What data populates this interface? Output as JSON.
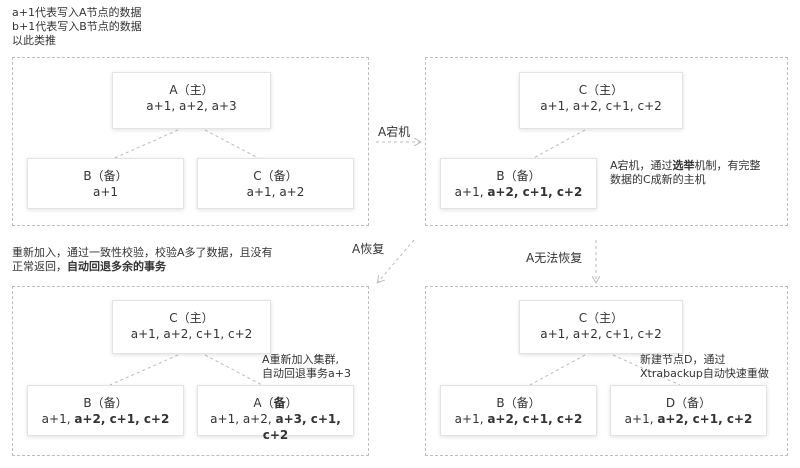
{
  "intro": {
    "lines": [
      "a+1代表写入A节点的数据",
      "b+1代表写入B节点的数据",
      "以此类推"
    ]
  },
  "panels": {
    "tl": {
      "primary": {
        "title": "A（主）",
        "values": [
          {
            "t": "a+1, a+2, a+3",
            "b": false
          }
        ]
      },
      "left": {
        "title": "B（备）",
        "values": [
          {
            "t": "a+1",
            "b": false
          }
        ]
      },
      "right": {
        "title": "C（备）",
        "values": [
          {
            "t": "a+1, a+2",
            "b": false
          }
        ]
      }
    },
    "tr": {
      "primary": {
        "title": "C（主）",
        "values": [
          {
            "t": "a+1, a+2, c+1, c+2",
            "b": false
          }
        ]
      },
      "left": {
        "title": "B（备）",
        "values": [
          {
            "t": "a+1, ",
            "b": false
          },
          {
            "t": "a+2, c+1, c+2",
            "b": true
          }
        ]
      },
      "annotation": [
        [
          {
            "t": "A宕机，通过",
            "b": false
          },
          {
            "t": "选举",
            "b": true
          },
          {
            "t": "机制，有完整",
            "b": false
          }
        ],
        [
          {
            "t": "数据的C成新的主机",
            "b": false
          }
        ]
      ]
    },
    "bl": {
      "primary": {
        "title": "C（主）",
        "values": [
          {
            "t": "a+1, a+2, c+1, c+2",
            "b": false
          }
        ]
      },
      "left": {
        "title": "B（备）",
        "values": [
          {
            "t": "a+1, ",
            "b": false
          },
          {
            "t": "a+2, c+1, c+2",
            "b": true
          }
        ]
      },
      "right": {
        "title_parts": [
          {
            "t": "A（",
            "b": false
          },
          {
            "t": "备",
            "b": true
          },
          {
            "t": "）",
            "b": false
          }
        ],
        "values": [
          {
            "t": "a+1, a+2, ",
            "b": false
          },
          {
            "t": "a+3, c+1, c+2",
            "b": true
          }
        ]
      },
      "annotation": [
        [
          {
            "t": "A重新加入集群,",
            "b": false
          }
        ],
        [
          {
            "t": "自动回退事务a+3",
            "b": false
          }
        ]
      ],
      "note": [
        [
          {
            "t": "重新加入，通过一致性校验，校验A多了数据，且没有",
            "b": false
          }
        ],
        [
          {
            "t": "正常返回，",
            "b": false
          },
          {
            "t": "自动回退多余的事务",
            "b": true
          }
        ]
      ]
    },
    "br": {
      "primary": {
        "title": "C（主）",
        "values": [
          {
            "t": "a+1, a+2, c+1, c+2",
            "b": false
          }
        ]
      },
      "left": {
        "title": "B（备）",
        "values": [
          {
            "t": "a+1, ",
            "b": false
          },
          {
            "t": "a+2, c+1, c+2",
            "b": true
          }
        ]
      },
      "right": {
        "title": "D（备）",
        "values": [
          {
            "t": "a+1, ",
            "b": false
          },
          {
            "t": "a+2, c+1, c+2",
            "b": true
          }
        ]
      },
      "annotation": [
        [
          {
            "t": "新建节点D，通过",
            "b": false
          }
        ],
        [
          {
            "t": "Xtrabackup自动快速重做",
            "b": false
          }
        ]
      ]
    }
  },
  "transitions": {
    "a_down": "A宕机",
    "a_recover": "A恢复",
    "a_cannot_recover": "A无法恢复"
  }
}
